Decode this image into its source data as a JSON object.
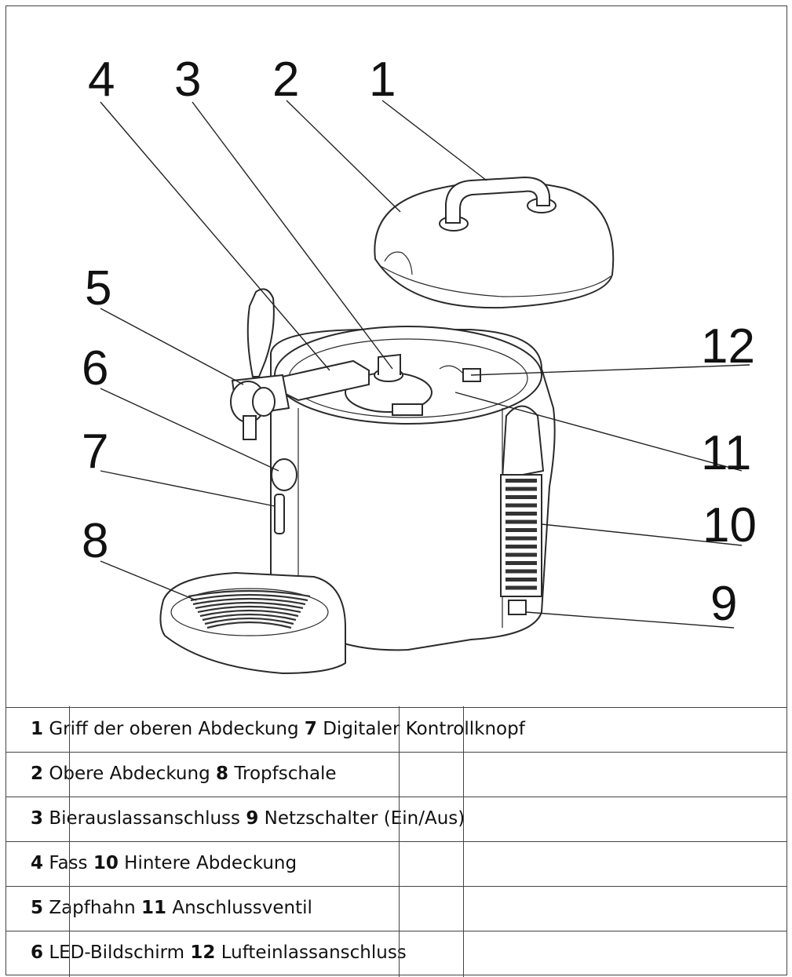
{
  "callouts": [
    "1",
    "2",
    "3",
    "4",
    "5",
    "6",
    "7",
    "8",
    "9",
    "10",
    "11",
    "12"
  ],
  "legend": [
    {
      "n1": "1",
      "t1": "Griff der oberen Abdeckung",
      "n2": "7",
      "t2": "Digitaler Kontrollknopf"
    },
    {
      "n1": "2",
      "t1": "Obere Abdeckung",
      "n2": "8",
      "t2": "Tropfschale"
    },
    {
      "n1": "3",
      "t1": "Bierauslassanschluss",
      "n2": "9",
      "t2": "Netzschalter (Ein/Aus)"
    },
    {
      "n1": "4",
      "t1": "Fass",
      "n2": "10",
      "t2": "Hintere Abdeckung"
    },
    {
      "n1": "5",
      "t1": "Zapfhahn",
      "n2": "11",
      "t2": "Anschlussventil"
    },
    {
      "n1": "6",
      "t1": "LED-Bildschirm",
      "n2": "12",
      "t2": "Lufteinlassanschluss"
    }
  ]
}
